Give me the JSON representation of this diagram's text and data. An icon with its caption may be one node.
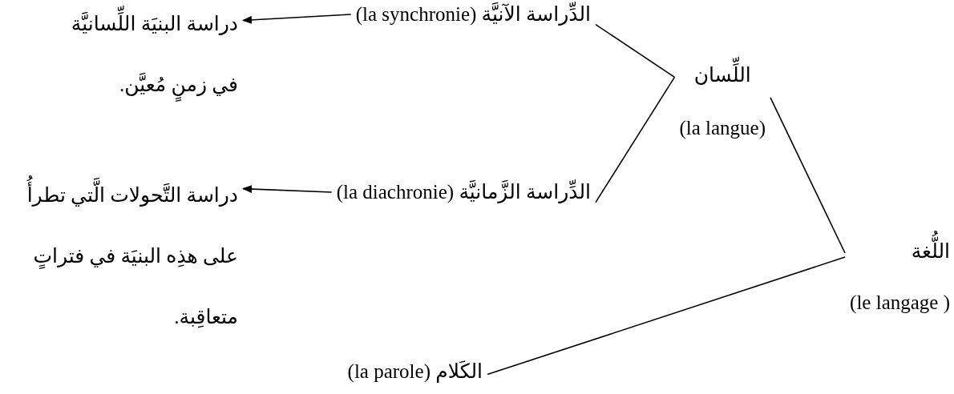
{
  "diagram": {
    "nodes": [
      {
        "text": [
          "الدِّراسة الآنيَّة (la synchronie)"
        ]
      },
      {
        "text": [
          "دراسة البنيَة اللِّسانيَّة في زمنٍ مُعيَّن."
        ]
      },
      {
        "text": [
          "اللِّسان",
          "(la langue)"
        ]
      },
      {
        "text": [
          "الدِّراسة الزَّمانيَّة (la diachronie)"
        ]
      },
      {
        "text": [
          "دراسة التَّحولات الَّتي تطرأُ على هذِه البنيَة  في فتراتٍ متعاقِبة."
        ]
      },
      {
        "text": [
          "اللُّغة",
          "( le langage)"
        ]
      },
      {
        "text": [
          "الكَلام (la parole)"
        ]
      }
    ],
    "edges": [
      {
        "from": 0,
        "to": 1,
        "arrow": "to"
      },
      {
        "from": 3,
        "to": 4,
        "arrow": "to"
      },
      {
        "from": 2,
        "to": 0,
        "arrow": "none"
      },
      {
        "from": 2,
        "to": 3,
        "arrow": "none"
      },
      {
        "from": 5,
        "to": 2,
        "arrow": "none"
      },
      {
        "from": 5,
        "to": 6,
        "arrow": "none"
      }
    ]
  }
}
